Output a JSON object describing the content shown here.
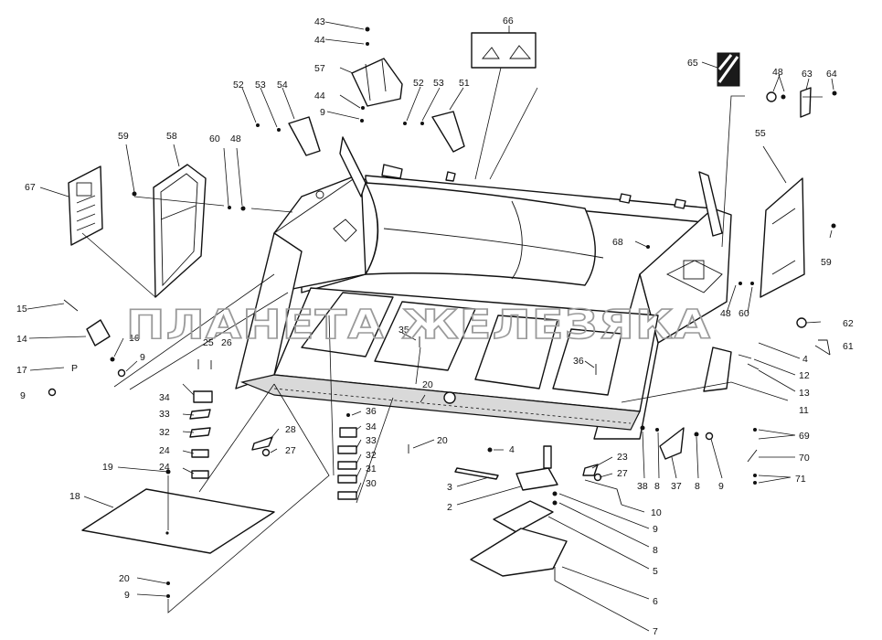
{
  "watermark": "ПЛАНЕТА ЖЕЛЕЗЯКА",
  "callouts": [
    "43",
    "44",
    "57",
    "44",
    "9",
    "52",
    "53",
    "54",
    "52",
    "53",
    "51",
    "66",
    "65",
    "48",
    "63",
    "64",
    "55",
    "59",
    "58",
    "60",
    "48",
    "67",
    "68",
    "59",
    "15",
    "14",
    "16",
    "9",
    "17",
    "P",
    "9",
    "25",
    "26",
    "35",
    "36",
    "34",
    "33",
    "32",
    "24",
    "24",
    "28",
    "27",
    "20",
    "36",
    "34",
    "33",
    "32",
    "31",
    "30",
    "20",
    "19",
    "18",
    "20",
    "9",
    "4",
    "3",
    "2",
    "23",
    "27",
    "10",
    "9",
    "8",
    "5",
    "6",
    "7",
    "38",
    "8",
    "37",
    "8",
    "9",
    "69",
    "70",
    "71",
    "11",
    "13",
    "12",
    "61",
    "62",
    "4",
    "60",
    "48"
  ],
  "icons": {
    "fastener": "bolt-icon",
    "washer": "washer-icon"
  },
  "colors": {
    "line": "#111111",
    "background": "#ffffff",
    "watermark": "#9a9a9a"
  }
}
